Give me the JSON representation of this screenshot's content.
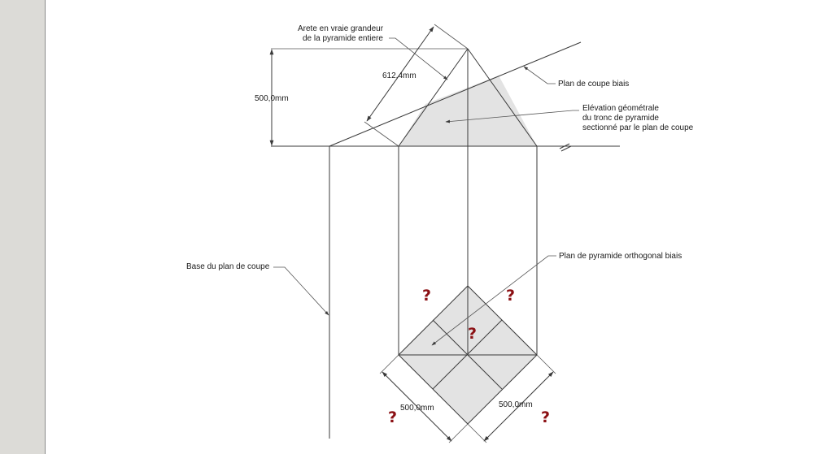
{
  "colors": {
    "shade": "#e3e3e3",
    "line": "#3a3a3a",
    "question": "#8b1014",
    "panel": "#dcdbd7"
  },
  "labels": {
    "true_edge_line1": "Arete en vraie grandeur",
    "true_edge_line2": "de la pyramide entiere",
    "oblique_plane": "Plan de coupe biais",
    "elevation_line1": "Elévation géométrale",
    "elevation_line2": "du tronc de pyramide",
    "elevation_line3": "sectionné par le plan de coupe",
    "section_base": "Base du plan de coupe",
    "plan_view": "Plan de pyramide orthogonal biais"
  },
  "dimensions": {
    "height": "500,0mm",
    "edge": "612,4mm",
    "base_left": "500,0mm",
    "base_right": "500,0mm"
  },
  "question_mark": "?"
}
